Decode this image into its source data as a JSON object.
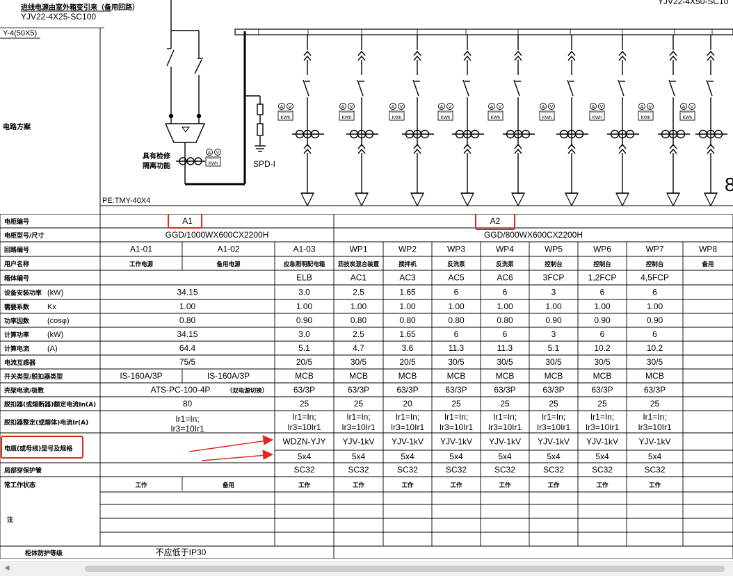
{
  "top_labels": {
    "incoming_line": "进线电源由室外箱变引来（备用回路）",
    "incoming_cable": "YJV22-4X25-SC100",
    "top_right_cable": "YJV22-4X50-SC10",
    "busbar_label": "Y-4(50X5)",
    "scheme_label": "电路方案",
    "isolation_label_1": "具有检修",
    "isolation_label_2": "隔离功能",
    "spd_label": "SPD-I",
    "pe_label": "PE:TMY-40X4",
    "meter_a": "A",
    "meter_v": "V",
    "meter_kwh": "KWh",
    "edge_glyph": "8"
  },
  "columns": [
    "A1-01",
    "A1-02",
    "A1-03",
    "WP1",
    "WP2",
    "WP3",
    "WP4",
    "WP5",
    "WP6",
    "WP7",
    "WP8"
  ],
  "rows": {
    "cabinet_no": {
      "label": "电柜编号",
      "a1": "A1",
      "a2": "A2"
    },
    "cabinet_model": {
      "label": "电柜型号/尺寸",
      "a1": "GGD/1000WX600CX2200H",
      "a2": "GGD/800WX600CX2200H"
    },
    "circuit_no": {
      "label": "回路编号"
    },
    "user_name": {
      "label": "用户名称",
      "values": [
        "工作电源",
        "备用电源",
        "应急照明配电箱",
        "沥技炭混合装置",
        "搅拌机",
        "反洗泵",
        "反洗泵",
        "控制台",
        "控制台",
        "控制台",
        "备用"
      ]
    },
    "box_no": {
      "label": "箱体编号",
      "values": [
        "",
        "",
        "ELB",
        "AC1",
        "AC3",
        "AC5",
        "AC6",
        "3FCP",
        "1,2FCP",
        "4,5FCP",
        ""
      ]
    },
    "installed_power": {
      "label": "设备安装功率",
      "unit": "(kW)",
      "merged": "34.15",
      "values": [
        "3.0",
        "2.5",
        "1.65",
        "6",
        "6",
        "3",
        "6",
        "6",
        ""
      ]
    },
    "demand_factor": {
      "label": "需要系数",
      "unit": "Kx",
      "merged": "1.00",
      "values": [
        "1.00",
        "1.00",
        "1.00",
        "1.00",
        "1.00",
        "1.00",
        "1.00",
        "1.00",
        ""
      ]
    },
    "power_factor": {
      "label": "功率因数",
      "unit": "(cosφ)",
      "merged": "0.80",
      "values": [
        "0.90",
        "0.80",
        "0.80",
        "0.80",
        "0.80",
        "0.90",
        "0.90",
        "0.90",
        ""
      ]
    },
    "calc_power": {
      "label": "计算功率",
      "unit": "(kW)",
      "merged": "34.15",
      "values": [
        "3.0",
        "2.5",
        "1.65",
        "6",
        "6",
        "3",
        "6",
        "6",
        ""
      ]
    },
    "calc_current": {
      "label": "计算电流",
      "unit": "(A)",
      "merged": "64.4",
      "values": [
        "5.1",
        "4.7",
        "3.6",
        "11.3",
        "11.3",
        "5.1",
        "10.2",
        "10.2",
        ""
      ]
    },
    "ct": {
      "label": "电流互感器",
      "merged": "75/5",
      "values": [
        "20/5",
        "30/5",
        "20/5",
        "30/5",
        "30/5",
        "30/5",
        "30/5",
        "30/5",
        ""
      ]
    },
    "switch_type": {
      "label": "开关类型/脱扣器类型",
      "a": "IS-160A/3P",
      "b": "IS-160A/3P",
      "values": [
        "MCB",
        "MCB",
        "MCB",
        "MCB",
        "MCB",
        "MCB",
        "MCB",
        "MCB",
        ""
      ]
    },
    "frame_current": {
      "label": "壳架电流/极数",
      "merged": "ATS-PC-100-4P",
      "merged_note": "（双电源切换）",
      "values": [
        "63/3P",
        "63/3P",
        "63/3P",
        "63/3P",
        "63/3P",
        "63/3P",
        "63/3P",
        "63/3P",
        ""
      ]
    },
    "trip_rated": {
      "label": "脱扣器(或熔断器)额定电流In(A)",
      "merged": "80",
      "values": [
        "25",
        "25",
        "20",
        "25",
        "25",
        "25",
        "25",
        "25",
        ""
      ]
    },
    "trip_setting": {
      "label": "脱扣器整定(或熔体)电流Ir(A)",
      "merged_1": "Ir1=In;",
      "merged_2": "Ir3=10Ir1",
      "line1": "Ir1=In;",
      "line2": "Ir3=10Ir1",
      "count": 8
    },
    "cable": {
      "label": "电缆(或母线)型号及规格",
      "model": [
        "WDZN-YJY",
        "YJV-1kV",
        "YJV-1kV",
        "YJV-1kV",
        "YJV-1kV",
        "YJV-1kV",
        "YJV-1kV",
        "YJV-1kV",
        ""
      ],
      "spec": [
        "5x4",
        "5x4",
        "5x4",
        "5x4",
        "5x4",
        "5x4",
        "5x4",
        "5x4",
        ""
      ]
    },
    "conduit": {
      "label": "局部穿保护管",
      "values": [
        "SC32",
        "SC32",
        "SC32",
        "SC32",
        "SC32",
        "SC32",
        "SC32",
        "SC32",
        ""
      ]
    },
    "working_state": {
      "label": "常工作状态",
      "values": [
        "工作",
        "备用",
        "工作",
        "工作",
        "工作",
        "工作",
        "工作",
        "工作",
        "工作",
        "工作",
        ""
      ]
    },
    "notes": {
      "label": "注"
    },
    "protection": {
      "label": "柜体防护等级",
      "value": "不应低于IP30"
    }
  },
  "annotation_color": "#e0281e",
  "line_color": "#000000",
  "scrollbar": {
    "arrow": "◀"
  }
}
